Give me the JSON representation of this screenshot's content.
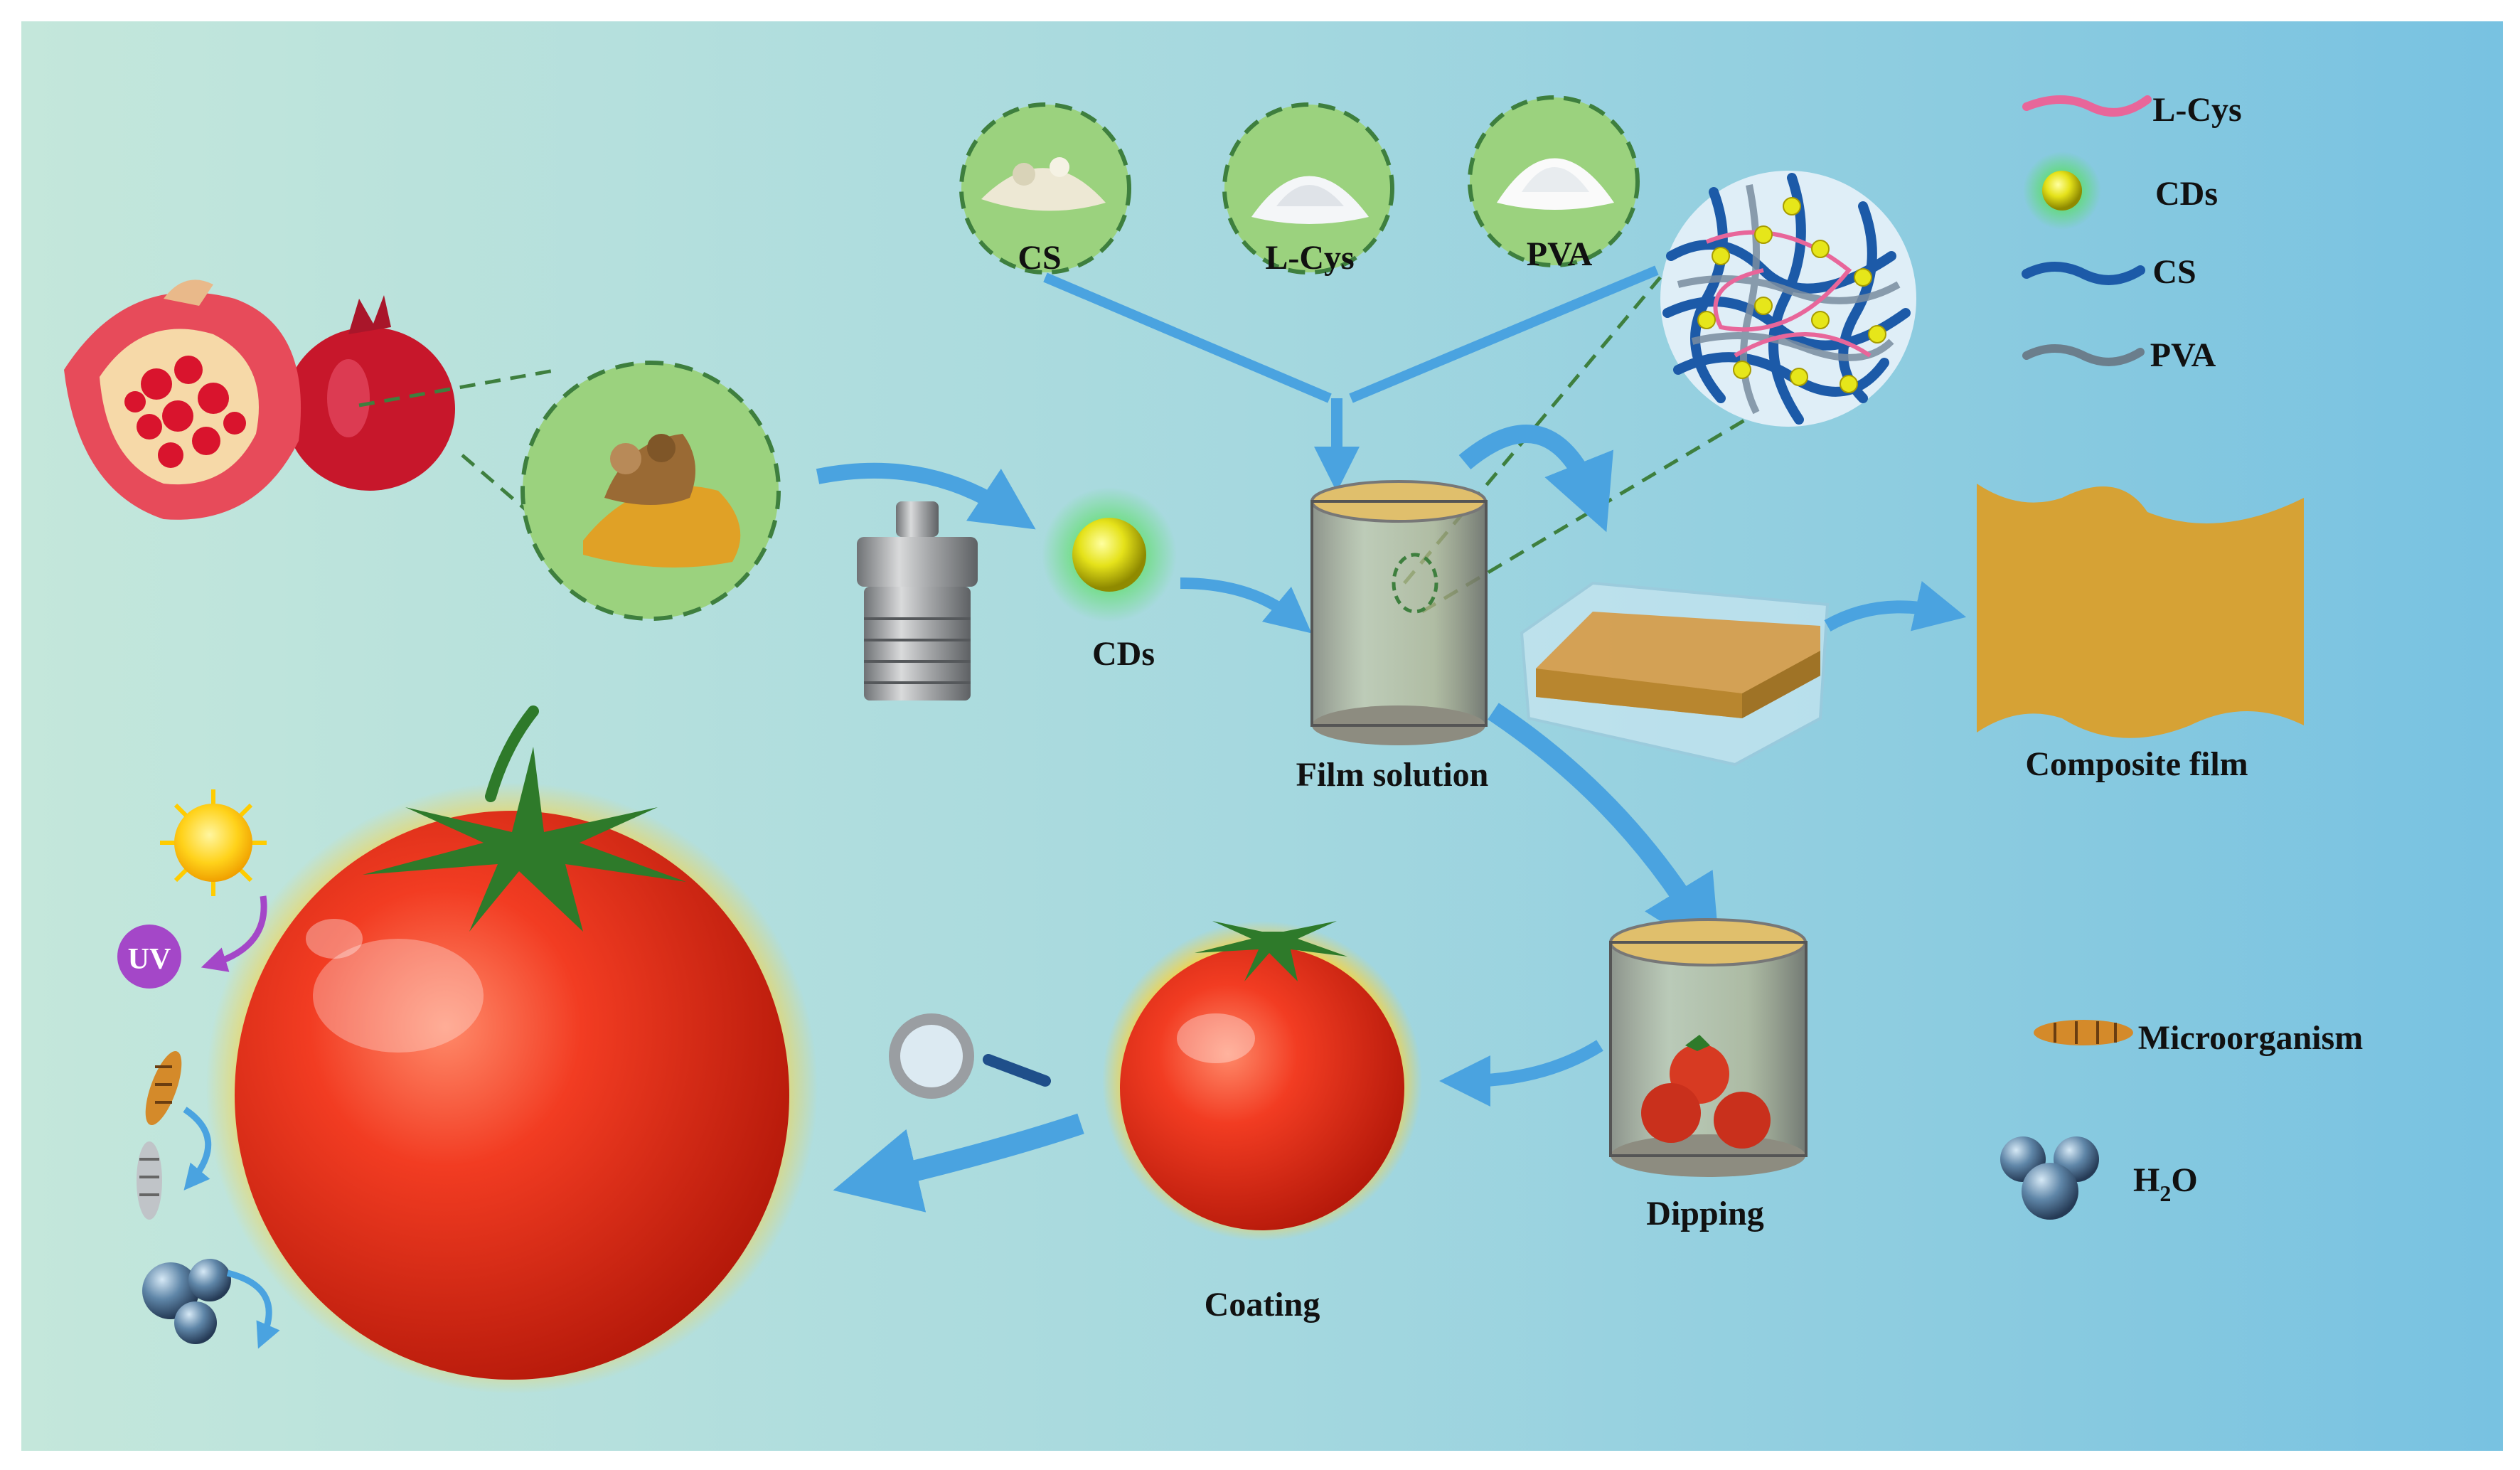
{
  "labels": {
    "cs": "CS",
    "lcys": "L-Cys",
    "pva": "PVA",
    "cds": "CDs",
    "film_solution": "Film solution",
    "composite_film": "Composite film",
    "dipping": "Dipping",
    "coating": "Coating",
    "uv": "UV"
  },
  "legend": {
    "lcys": "L-Cys",
    "cds": "CDs",
    "cs": "CS",
    "pva": "PVA",
    "microorganism": "Microorganism",
    "h2o_main": "H",
    "h2o_sub": "2",
    "h2o_tail": "O"
  },
  "colors": {
    "bg_left": "#c3e6da",
    "bg_right": "#78c3e0",
    "arrow": "#4aa3e0",
    "film": "#d6a235",
    "dashed": "#3e7f3e",
    "circle_fill": "#9bd27e",
    "tomato": "#e8311d",
    "glow": "#f8c31a",
    "lcys_line": "#e8669a",
    "cs_line": "#1c5aa8",
    "pva_line": "#6b7e8c",
    "cd_dot": "#e6e61a",
    "uv_badge": "#a447c8"
  },
  "icons": {
    "pomegranate": "pomegranate-icon",
    "powder": "peel-powder-icon",
    "reactor": "autoclave-icon",
    "beaker": "beaker-icon",
    "mold": "mold-icon",
    "tomato": "tomato-icon",
    "magnifier": "magnifier-icon",
    "sun": "sun-icon",
    "water": "water-molecule-icon",
    "microbe": "microorganism-icon"
  }
}
